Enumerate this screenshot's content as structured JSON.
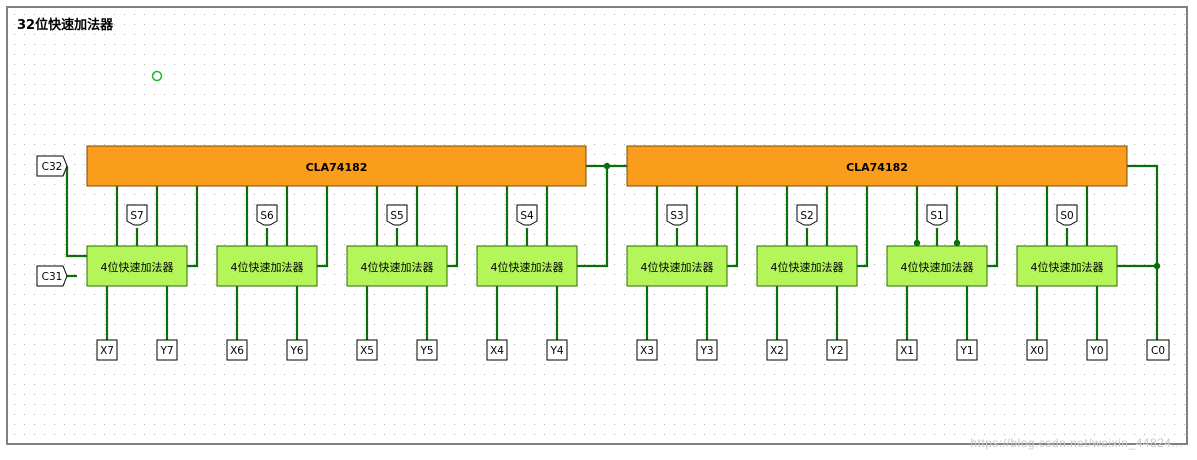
{
  "title": "32位快速加法器",
  "watermark": "https://blog.csdn.net/weixin_44824...",
  "colors": {
    "cla_fill": "#fb9d1c",
    "adder_fill": "#b4f55a",
    "wire": "#0a6e0a",
    "grid_dot": "#b0b0b0",
    "frame": "#808080"
  },
  "cla_blocks": [
    {
      "label": "CLA74182"
    },
    {
      "label": "CLA74182"
    }
  ],
  "adders": [
    {
      "label": "4位快速加法器",
      "sum": "S7",
      "x_in": "X7",
      "y_in": "Y7"
    },
    {
      "label": "4位快速加法器",
      "sum": "S6",
      "x_in": "X6",
      "y_in": "Y6"
    },
    {
      "label": "4位快速加法器",
      "sum": "S5",
      "x_in": "X5",
      "y_in": "Y5"
    },
    {
      "label": "4位快速加法器",
      "sum": "S4",
      "x_in": "X4",
      "y_in": "Y4"
    },
    {
      "label": "4位快速加法器",
      "sum": "S3",
      "x_in": "X3",
      "y_in": "Y3"
    },
    {
      "label": "4位快速加法器",
      "sum": "S2",
      "x_in": "X2",
      "y_in": "Y2"
    },
    {
      "label": "4位快速加法器",
      "sum": "S1",
      "x_in": "X1",
      "y_in": "Y1"
    },
    {
      "label": "4位快速加法器",
      "sum": "S0",
      "x_in": "X0",
      "y_in": "Y0"
    }
  ],
  "pins": {
    "c32": "C32",
    "c31": "C31",
    "c0": "C0"
  }
}
